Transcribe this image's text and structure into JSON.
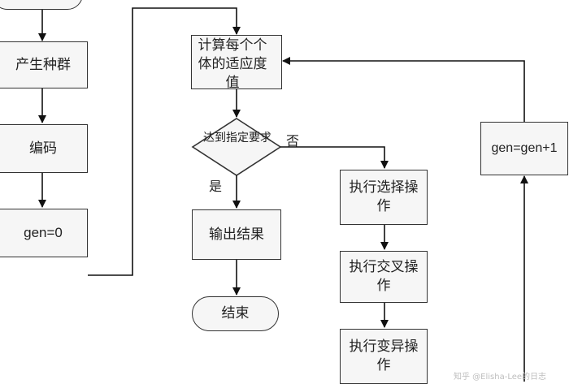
{
  "flowchart": {
    "nodes": {
      "start_partial": "",
      "init_population": "产生种群",
      "encode": "编码",
      "gen_zero": "gen=0",
      "fitness": "计算每个个体的适应度值",
      "decision": "达到指定要求",
      "output": "输出结果",
      "end": "结束",
      "selection": "执行选择操作",
      "crossover": "执行交叉操作",
      "mutation": "执行变异操作",
      "gen_increment": "gen=gen+1"
    },
    "edge_labels": {
      "no": "否",
      "yes": "是"
    }
  },
  "watermark": "知乎 @Elisha-Lee的日志"
}
